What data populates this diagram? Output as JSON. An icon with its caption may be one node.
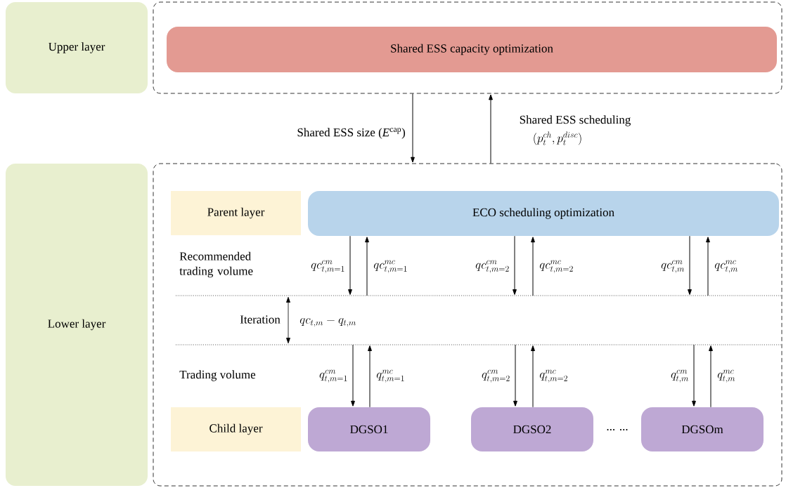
{
  "diagram": {
    "nodes": [
      {
        "text": [
          "Upper layer"
        ]
      },
      {
        "text": [],
        "shape": "box"
      },
      {
        "text": [
          "Shared ESS capacity optimization"
        ],
        "in": 1
      },
      {
        "text": [
          "Lower layer"
        ]
      },
      {
        "text": [],
        "shape": "box"
      },
      {
        "text": [
          "Parent layer"
        ],
        "in": 4
      },
      {
        "text": [
          "ECO scheduling optimization"
        ],
        "in": 4
      },
      {
        "text": [
          "Child layer"
        ],
        "in": 4
      },
      {
        "text": [
          "DGSO1"
        ],
        "in": 4
      },
      {
        "text": [
          "DGSO2"
        ],
        "in": 4
      },
      {
        "text": [
          "DGSOm"
        ],
        "in": 4
      }
    ],
    "edges": [
      {
        "from": 1,
        "to": 4,
        "arrow": "to",
        "label": "Shared ESS size (*E*$^{cap}$)"
      },
      {
        "from": 4,
        "to": 1,
        "arrow": "to",
        "label": "Shared ESS scheduling"
      },
      {
        "from": 6,
        "to": null,
        "arrow": "to",
        "label": "qc^{cm}_{t,m=1}"
      },
      {
        "from": null,
        "to": 6,
        "arrow": "to",
        "label": "qc^{mc}_{t,m=1}"
      },
      {
        "from": 6,
        "to": null,
        "arrow": "to",
        "label": "qc^{cm}_{t,m=2}"
      },
      {
        "from": null,
        "to": 6,
        "arrow": "to",
        "label": "qc^{mc}_{t,m=2}"
      },
      {
        "from": 6,
        "to": null,
        "arrow": "to",
        "label": "qc^{cm}_{t,m}"
      },
      {
        "from": null,
        "to": 6,
        "arrow": "to",
        "label": "qc^{mc}_{t,m}"
      },
      {
        "from": null,
        "to": 8,
        "arrow": "to",
        "label": "q^{cm}_{t,m=1}"
      },
      {
        "from": 8,
        "to": null,
        "arrow": "to",
        "label": "q^{mc}_{t,m=1}"
      },
      {
        "from": null,
        "to": 9,
        "arrow": "to",
        "label": "q^{cm}_{t,m=2}"
      },
      {
        "from": 9,
        "to": null,
        "arrow": "to",
        "label": "q^{mc}_{t,m=2}"
      },
      {
        "from": null,
        "to": 10,
        "arrow": "to",
        "label": "q^{cm}_{t,m}"
      },
      {
        "from": 10,
        "to": null,
        "arrow": "to",
        "label": "q^{mc}_{t,m}"
      }
    ],
    "labels": [
      "(p_t^{ch}, p_t^{disc})",
      "Recommended trading volume",
      "Iteration",
      "qc_{t,m} - q_{t,m}",
      "Trading volume",
      "... ..."
    ]
  }
}
